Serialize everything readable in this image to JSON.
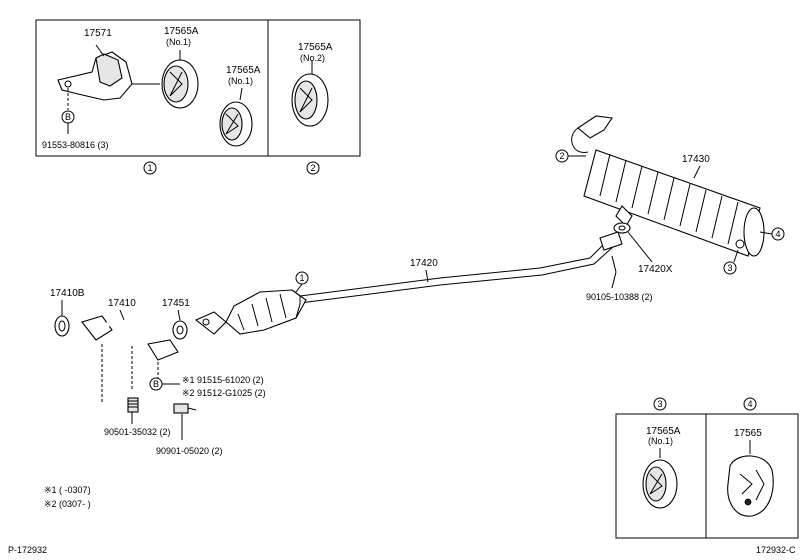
{
  "inset_top_left": {
    "labels": {
      "p17571": "17571",
      "p17565A_a": "17565A",
      "p17565A_a_sub": "(No.1)",
      "p17565A_b": "17565A",
      "p17565A_b_sub": "(No.1)",
      "p17565A_c": "17565A",
      "p17565A_c_sub": "(No.2)",
      "bolt_ref": "91553-80816 (3)",
      "circle_b": "B",
      "group1": "1",
      "group2": "2"
    }
  },
  "main": {
    "labels": {
      "p17430": "17430",
      "p17420": "17420",
      "p17420X": "17420X",
      "bolt_17420": "90105-10388 (2)",
      "p17410B": "17410B",
      "p17410": "17410",
      "p17451": "17451",
      "circle_1": "1",
      "circle_2": "2",
      "circle_3": "3",
      "circle_4": "4",
      "circle_b": "B",
      "note_1": "※1 91515-61020 (2)",
      "note_2": "※2 91512-G1025 (2)",
      "stud": "90501-35032 (2)",
      "bolt_90901": "90901-05020 (2)"
    }
  },
  "inset_bottom_right": {
    "labels": {
      "group3": "3",
      "group4": "4",
      "p17565A": "17565A",
      "p17565A_sub": "(No.1)",
      "p17565": "17565"
    }
  },
  "legend": {
    "row1": "※1 (      -0307)",
    "row2": "※2 (0307-      )"
  },
  "footer": {
    "left_code": "P-172932",
    "right_code": "172932-C"
  }
}
